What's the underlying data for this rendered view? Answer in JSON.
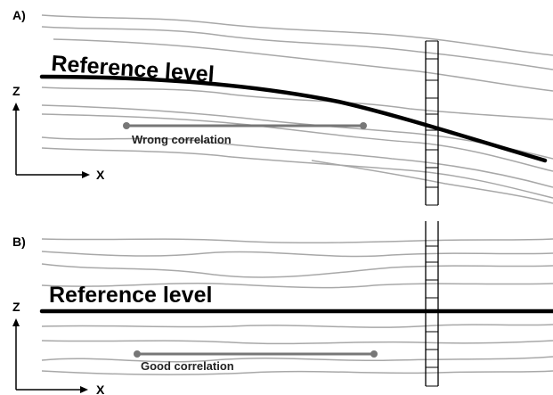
{
  "panels": [
    {
      "id": "A",
      "label": "A)",
      "reference_label": "Reference level",
      "correlation_label": "Wrong correlation",
      "axis_z": "Z",
      "axis_x": "X"
    },
    {
      "id": "B",
      "label": "B)",
      "reference_label": "Reference level",
      "correlation_label": "Good correlation",
      "axis_z": "Z",
      "axis_x": "X"
    }
  ],
  "colors": {
    "layer_lines": "#a8a8a8",
    "reference_line": "#000000",
    "correlation_line": "#777777"
  },
  "icons": [
    "z-axis-arrow-icon",
    "x-axis-arrow-icon"
  ]
}
